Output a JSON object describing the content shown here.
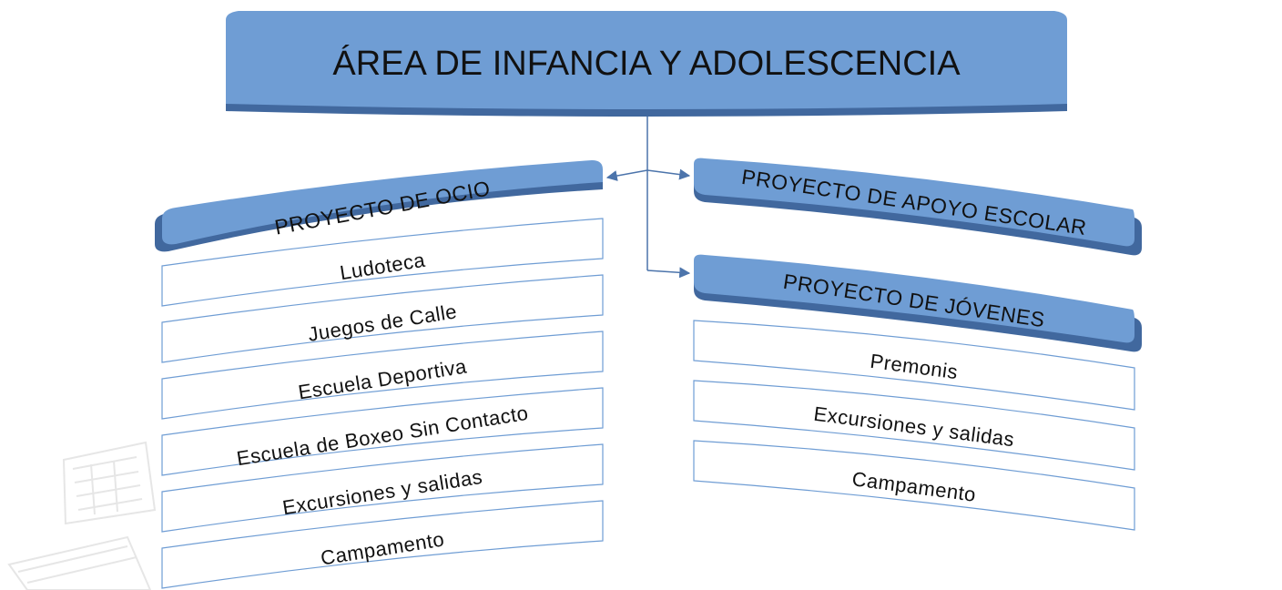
{
  "colors": {
    "box_fill": "#6f9dd4",
    "box_shadow": "#41689e",
    "connector": "#4c74ab",
    "item_border": "#6f9dd4",
    "watermark": "#c8c8c8"
  },
  "title": "ÁREA DE INFANCIA Y ADOLESCENCIA",
  "left_branch": {
    "heading": "PROYECTO DE OCIO",
    "items": [
      "Ludoteca",
      "Juegos de Calle",
      "Escuela Deportiva",
      "Escuela de Boxeo Sin Contacto",
      "Excursiones y salidas",
      "Campamento"
    ]
  },
  "right_branches": [
    {
      "heading": "PROYECTO DE APOYO ESCOLAR",
      "items": []
    },
    {
      "heading": "PROYECTO DE JÓVENES",
      "items": [
        "Premonis",
        "Excursiones y salidas",
        "Campamento"
      ]
    }
  ]
}
